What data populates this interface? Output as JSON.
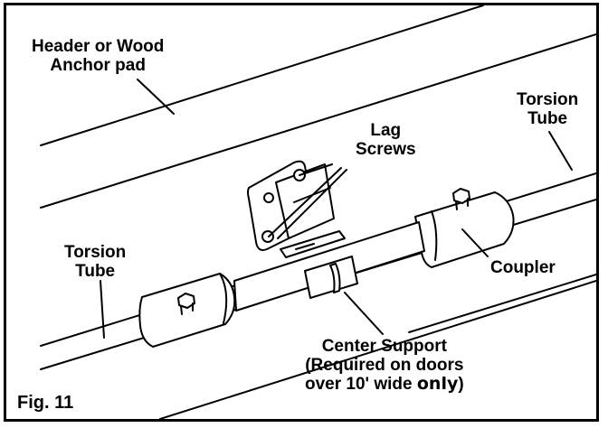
{
  "labels": {
    "header_line1": "Header or Wood",
    "header_line2": "Anchor pad",
    "lag_line1": "Lag",
    "lag_line2": "Screws",
    "torsion_right_line1": "Torsion",
    "torsion_right_line2": "Tube",
    "torsion_left_line1": "Torsion",
    "torsion_left_line2": "Tube",
    "coupler": "Coupler",
    "center_line1": "Center Support",
    "center_line2": "(Required on doors",
    "center_line3_prefix": "over 10' wide ",
    "center_line3_emphasis": "only",
    "center_line3_suffix": ")",
    "figure": "Fig. 11"
  }
}
